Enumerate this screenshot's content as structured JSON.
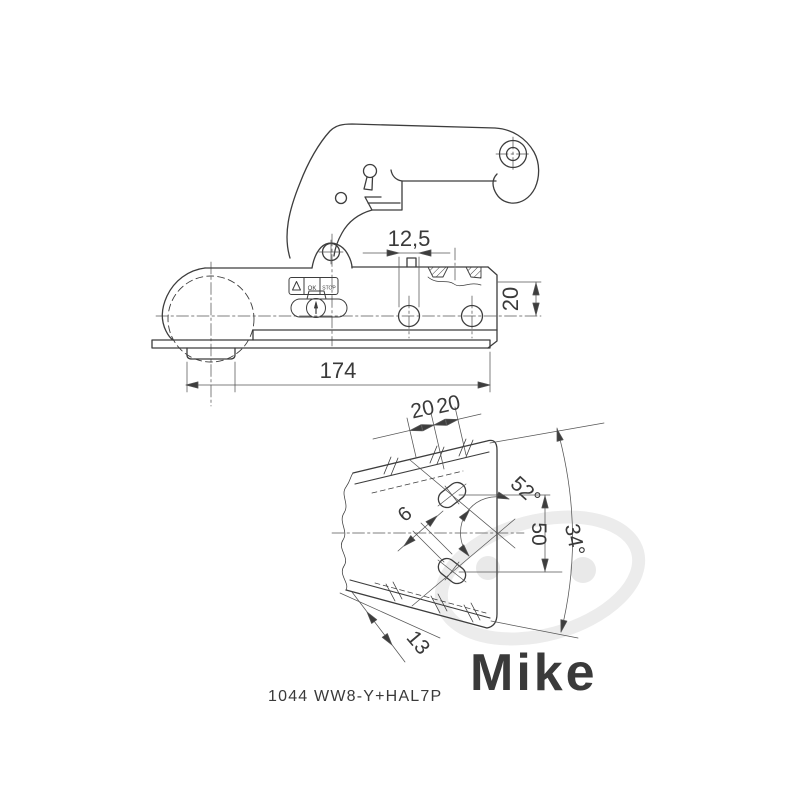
{
  "caption": "1044  WW8-Y+HAL7P",
  "watermark": {
    "text": "Mike"
  },
  "colors": {
    "line": "#3d3d3d",
    "thin_line": "#555555",
    "watermark": "#ebebeb",
    "background": "#ffffff"
  },
  "side_view": {
    "label_warning": "⚠",
    "label_ok": "OK",
    "label_stop": "STOP",
    "dim_hole_diameter": "12,5",
    "dim_hole_offset": "20",
    "dim_total_length": "174"
  },
  "bottom_view": {
    "dim_spacing_left": "20",
    "dim_spacing_right": "20",
    "dim_slot_angle": "52°",
    "dim_swivel_angle": "34°",
    "dim_slot_distance": "50",
    "dim_slot_width": "6",
    "dim_flange_width": "13"
  }
}
